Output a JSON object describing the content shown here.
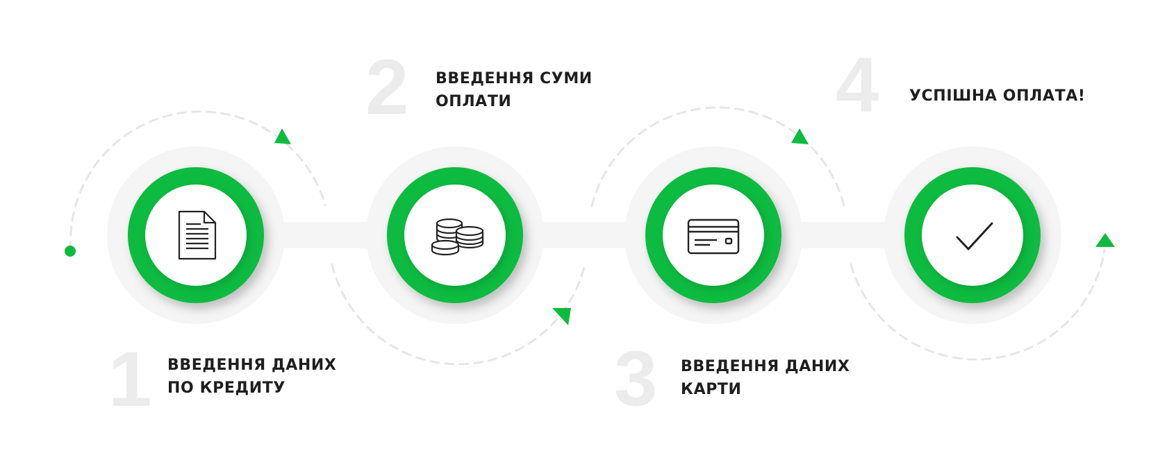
{
  "colors": {
    "accent": "#0dbb3f",
    "track": "#f5f5f5",
    "dashes": "#e6e6e6",
    "number": "#ececec",
    "text": "#1e1e1e",
    "icon": "#222222"
  },
  "steps": [
    {
      "number": "1",
      "label_lines": [
        "ВВЕДЕННЯ ДАНИХ",
        "ПО КРЕДИТУ"
      ],
      "icon": "document-icon"
    },
    {
      "number": "2",
      "label_lines": [
        "ВВЕДЕННЯ СУМИ",
        "ОПЛАТИ"
      ],
      "icon": "coins-icon"
    },
    {
      "number": "3",
      "label_lines": [
        "ВВЕДЕННЯ ДАНИХ",
        "КАРТИ"
      ],
      "icon": "credit-card-icon"
    },
    {
      "number": "4",
      "label_lines": [
        "УСПІШНА ОПЛАТА!"
      ],
      "icon": "checkmark-icon"
    }
  ]
}
